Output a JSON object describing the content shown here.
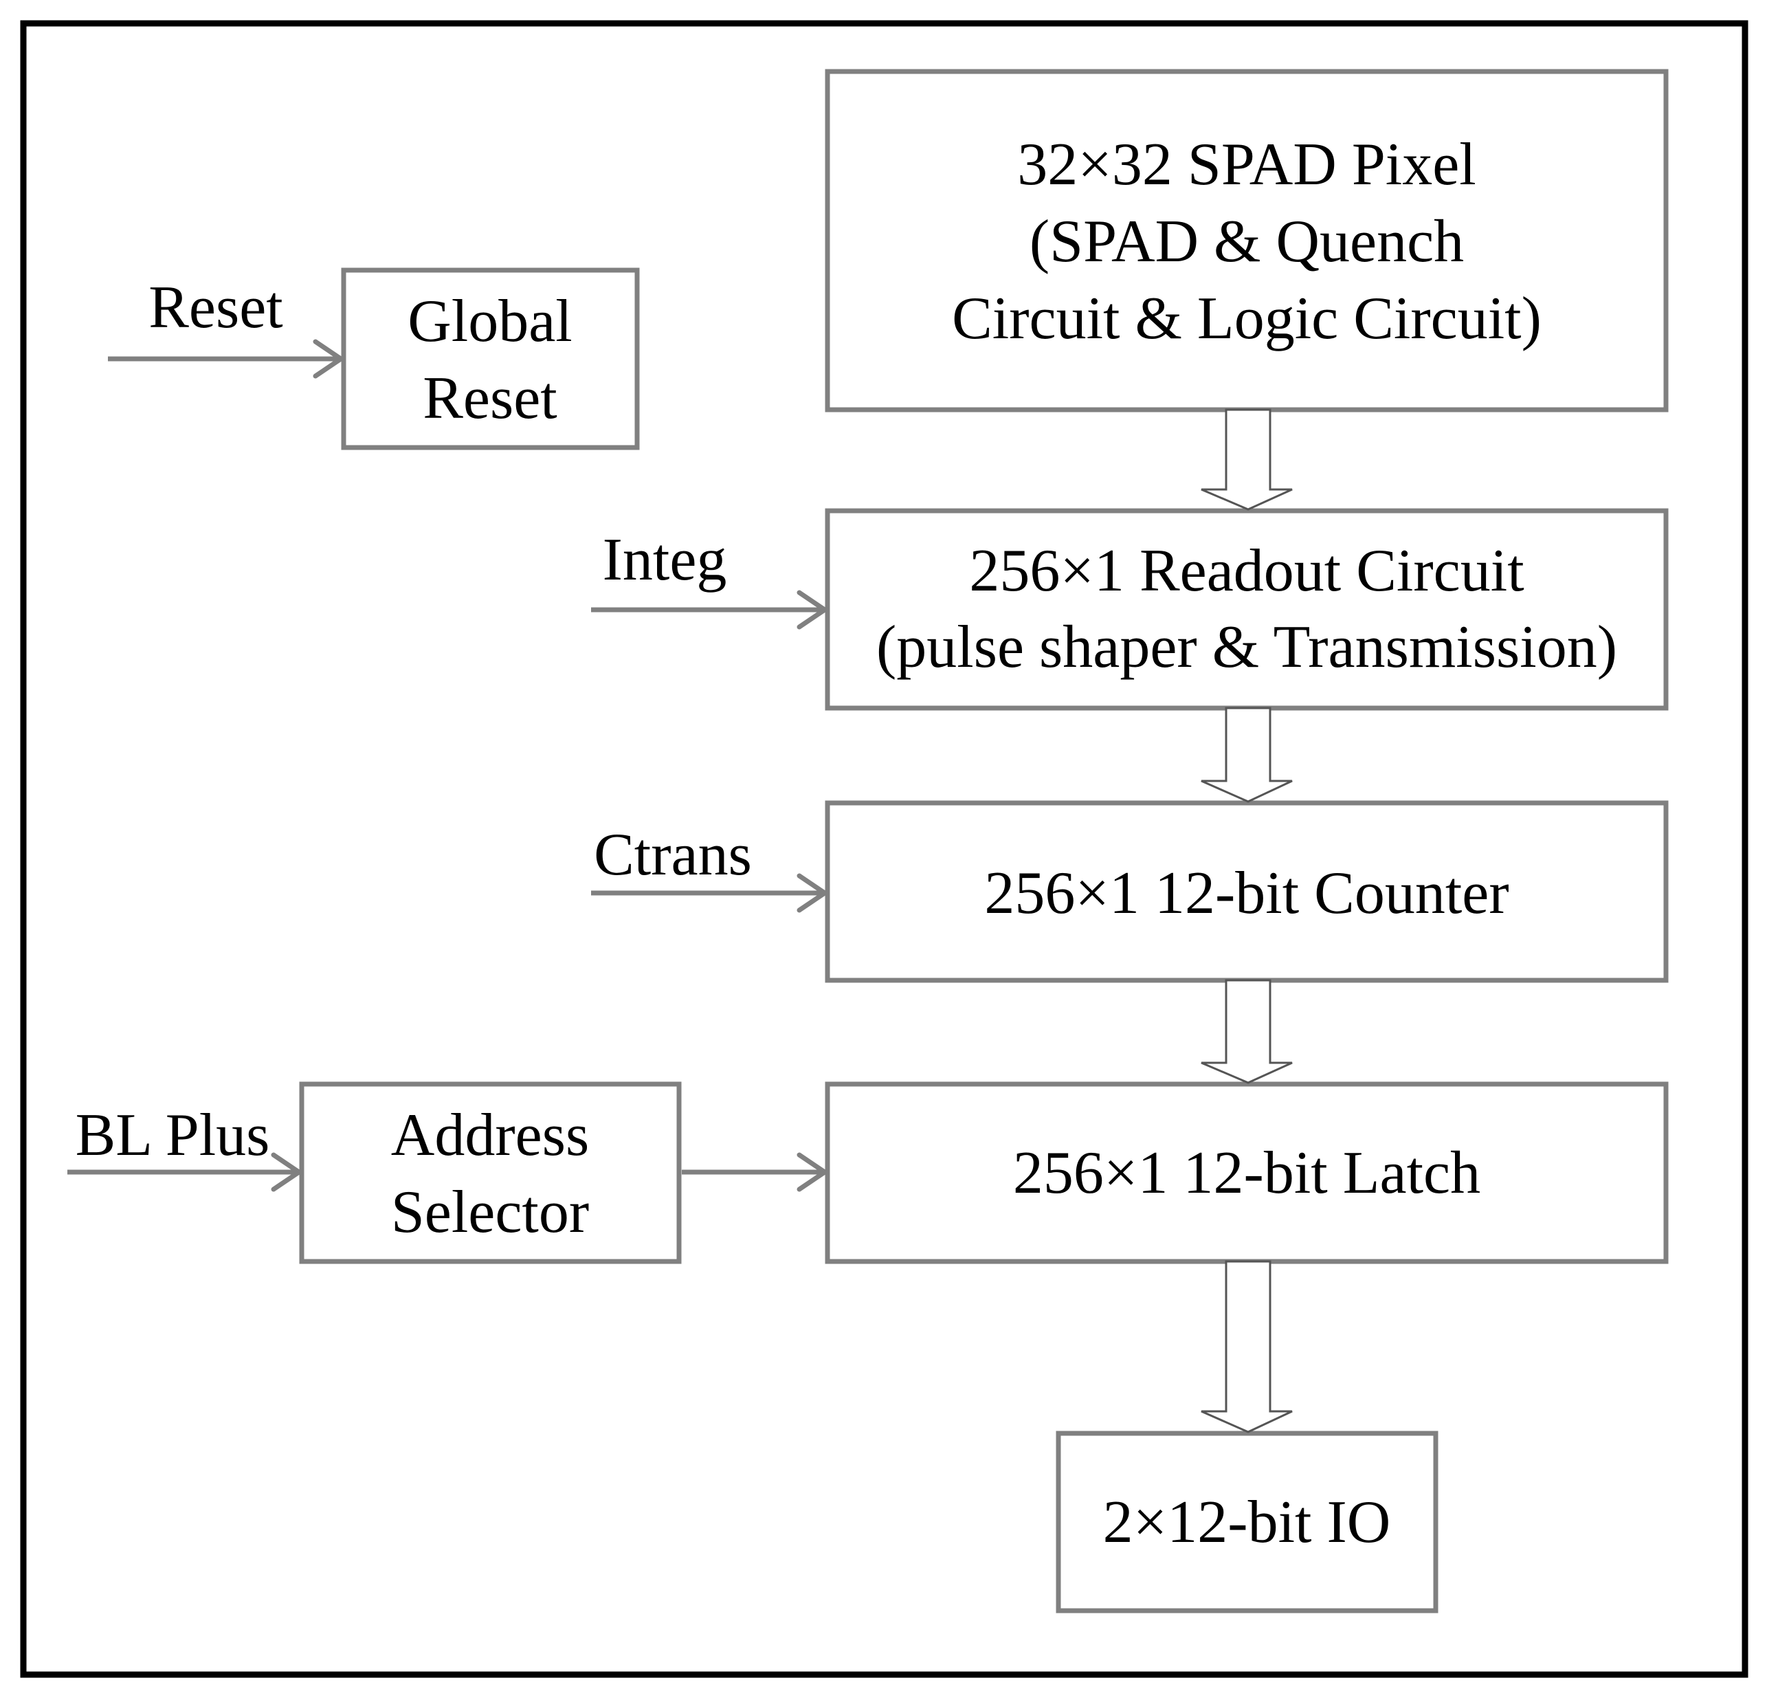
{
  "blocks": {
    "spad_pixel": {
      "lines": [
        "32×32 SPAD Pixel",
        "(SPAD & Quench",
        "Circuit & Logic Circuit)"
      ]
    },
    "global_reset": {
      "lines": [
        "Global",
        "Reset"
      ]
    },
    "readout_circuit": {
      "lines": [
        "256×1 Readout Circuit",
        "(pulse shaper & Transmission)"
      ]
    },
    "counter": {
      "lines": [
        "256×1 12-bit Counter"
      ]
    },
    "address_selector": {
      "lines": [
        "Address",
        "Selector"
      ]
    },
    "latch": {
      "lines": [
        "256×1 12-bit Latch"
      ]
    },
    "io": {
      "lines": [
        "2×12-bit IO"
      ]
    }
  },
  "signals": {
    "reset": "Reset",
    "integ": "Integ",
    "ctrans": "Ctrans",
    "bl_plus": "BL Plus"
  },
  "colors": {
    "block_border": "#808080",
    "frame_border": "#000000",
    "text": "#000000",
    "arrow": "#808080"
  }
}
